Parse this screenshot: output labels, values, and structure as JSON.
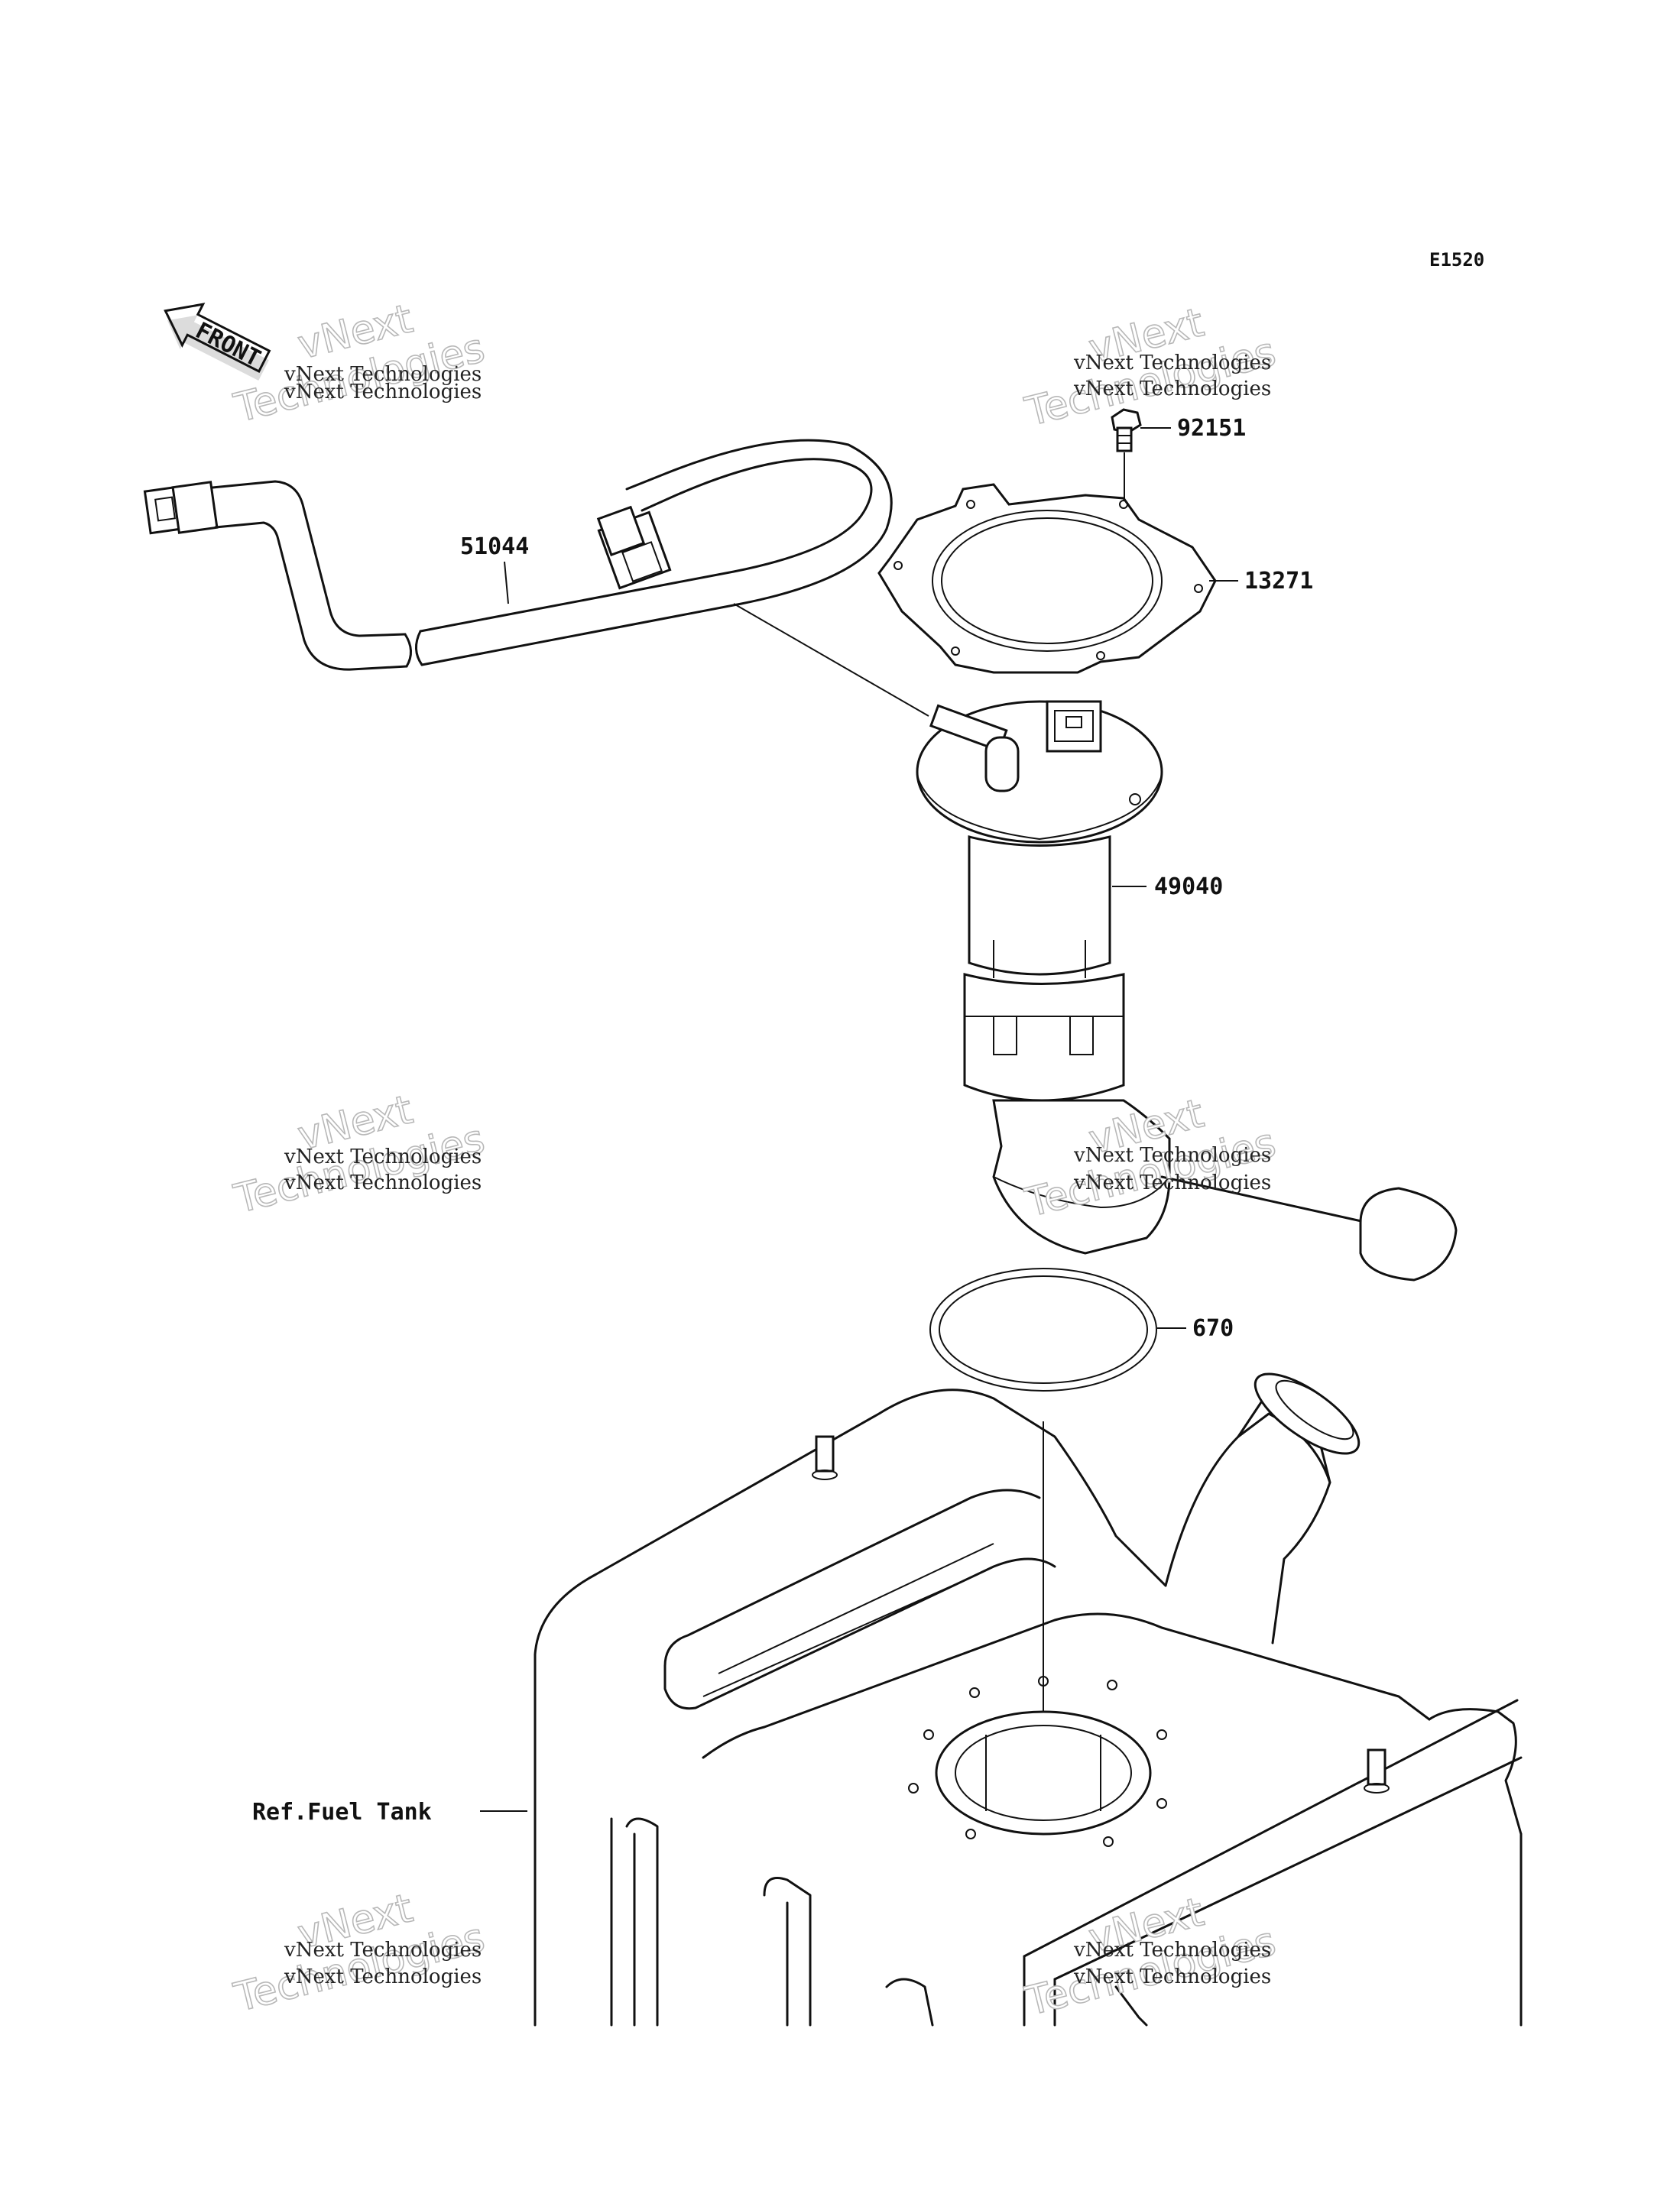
{
  "diagram_code": "E1520",
  "front_label": "FRONT",
  "parts": [
    {
      "id": "92151"
    },
    {
      "id": "13271"
    },
    {
      "id": "51044"
    },
    {
      "id": "49040"
    },
    {
      "id": "670"
    }
  ],
  "reference_label": "Ref.Fuel Tank",
  "watermark": {
    "line_small": "vNext Technologies",
    "line_big_1": "vNext",
    "line_big_2": "Technologies"
  }
}
